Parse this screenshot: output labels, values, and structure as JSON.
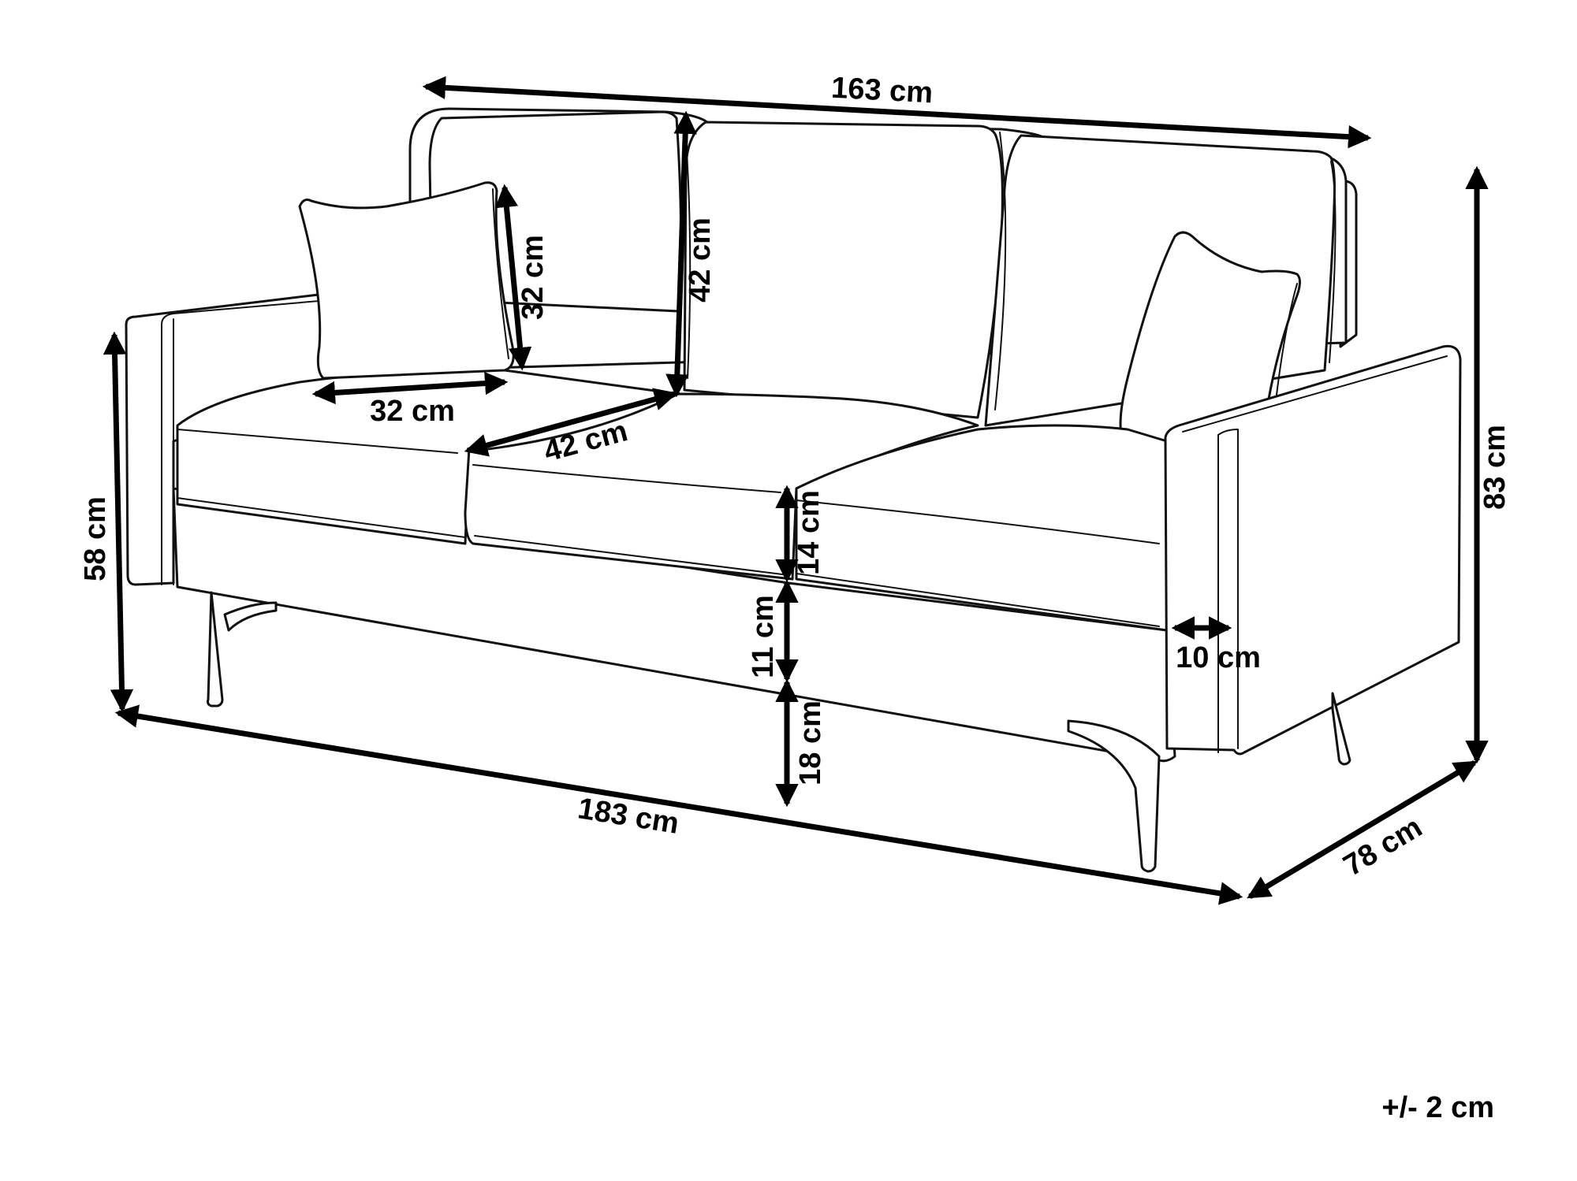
{
  "dimensions": {
    "back_width": "163 cm",
    "total_width": "183 cm",
    "depth": "78 cm",
    "total_height": "83 cm",
    "arm_height": "58 cm",
    "back_cushion_height": "42 cm",
    "seat_depth": "42 cm",
    "pillow_height": "32 cm",
    "pillow_width": "32 cm",
    "seat_cushion_thickness": "14 cm",
    "base_height": "11 cm",
    "leg_height": "18 cm",
    "arm_width": "10 cm"
  },
  "tolerance": "+/- 2 cm"
}
